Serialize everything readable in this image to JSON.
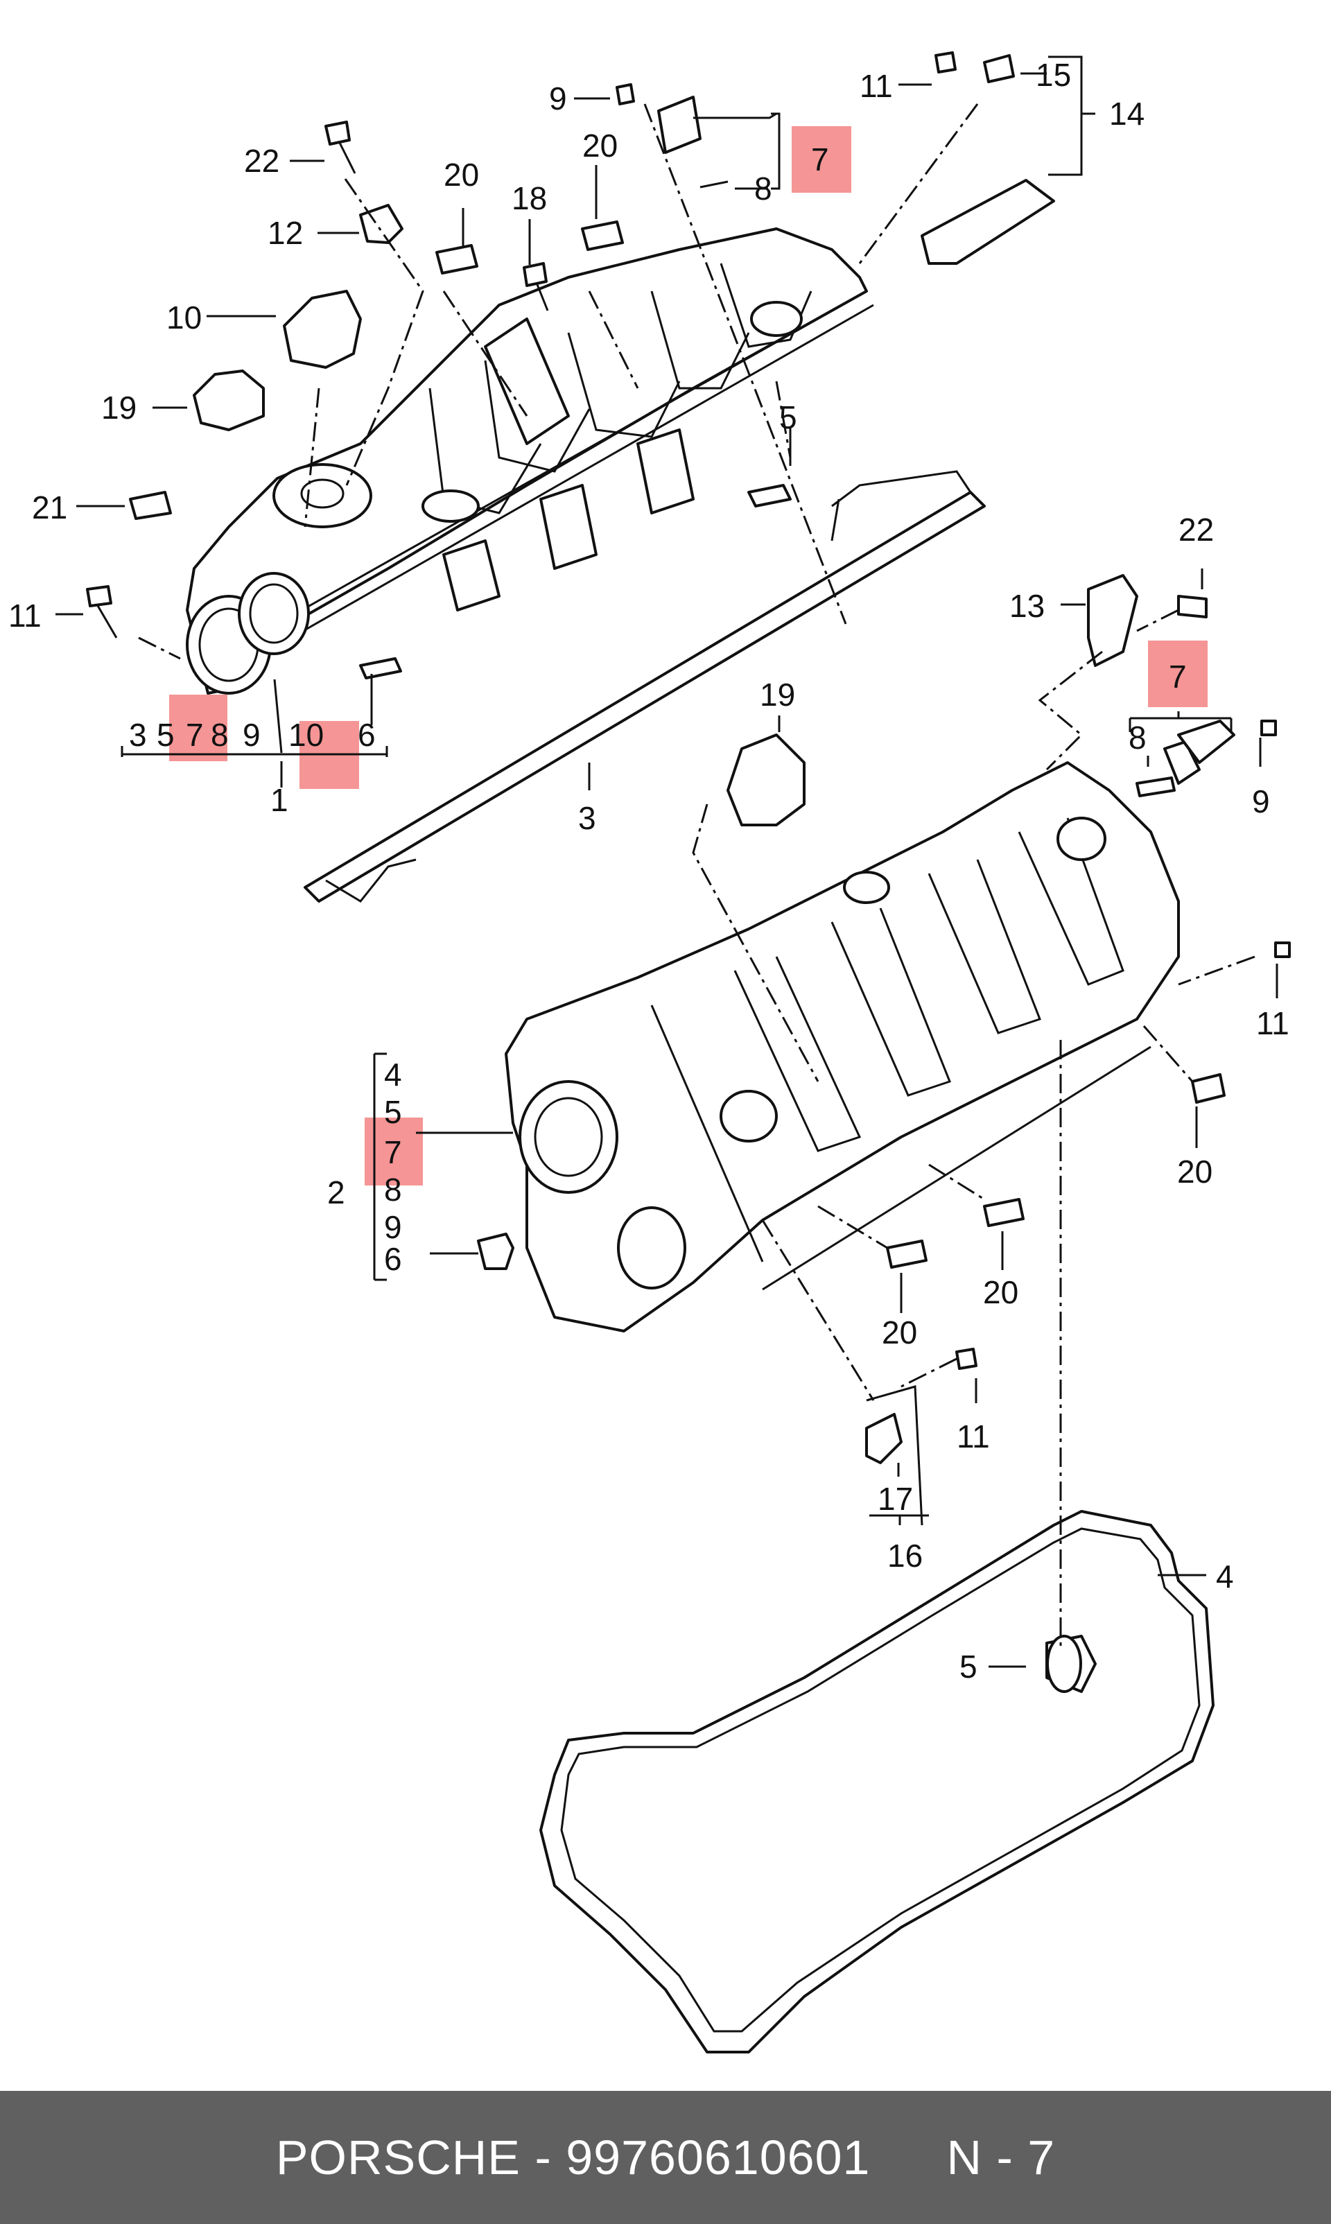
{
  "footer": {
    "brand": "PORSCHE",
    "dash": "-",
    "part_number": "99760610601",
    "ref": "N - 7"
  },
  "labels": {
    "n22a": "22",
    "n12": "12",
    "n10": "10",
    "n19a": "19",
    "n21": "21",
    "n11a": "11",
    "n20a": "20",
    "n18": "18",
    "n9a": "9",
    "n20b": "20",
    "n7a": "7",
    "n8a": "8",
    "n11b": "11",
    "n15": "15",
    "n14": "14",
    "n5a": "5",
    "g1_3": "3",
    "g1_5": "5",
    "g1_7": "7",
    "g1_8": "8",
    "g1_9": "9",
    "g1_10": "10",
    "g1_6": "6",
    "n1": "1",
    "n3": "3",
    "n19b": "19",
    "n13": "13",
    "n22b": "22",
    "n7b": "7",
    "n8b": "8",
    "n9b": "9",
    "n11c": "11",
    "n20c": "20",
    "g2_4": "4",
    "g2_5": "5",
    "g2_7": "7",
    "g2_8": "8",
    "g2_9": "9",
    "g2_6": "6",
    "n2": "2",
    "n20d": "20",
    "n20e": "20",
    "n11d": "11",
    "n17": "17",
    "n16": "16",
    "n4": "4",
    "n5b": "5"
  },
  "highlight_color": "#f48a8a",
  "footer_color": "#606060"
}
